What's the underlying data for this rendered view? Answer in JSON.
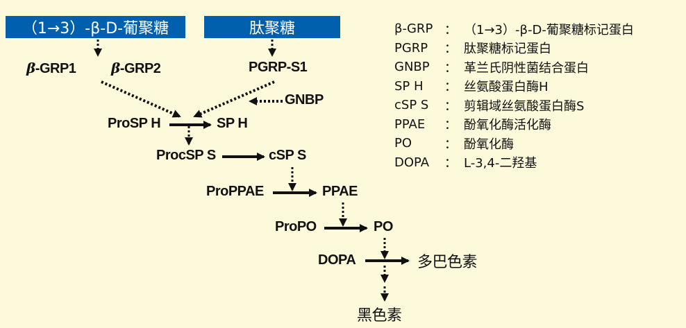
{
  "sources": {
    "glucan": "（1→3）-β-D-葡聚糖",
    "peptidoglycan": "肽聚糖"
  },
  "nodes": {
    "bgrp1_prefix": "β",
    "bgrp1": "-GRP1",
    "bgrp2_prefix": "β",
    "bgrp2": "-GRP2",
    "pgrp_s1": "PGRP-S1",
    "gnbp": "GNBP",
    "prosp_h": "ProSP H",
    "sp_h": "SP H",
    "procsp_s": "ProcSP S",
    "csp_s": "cSP S",
    "proppae": "ProPPAE",
    "ppae": "PPAE",
    "propo": "ProPO",
    "po": "PO",
    "dopa": "DOPA",
    "dopachrome": "多巴色素",
    "melanin": "黑色素"
  },
  "legend": [
    {
      "abbr": "β-GRP",
      "desc": "（1→3）-β-D-葡聚糖标记蛋白"
    },
    {
      "abbr": "PGRP",
      "desc": "肽聚糖标记蛋白"
    },
    {
      "abbr": "GNBP",
      "desc": "革兰氏阴性菌结合蛋白"
    },
    {
      "abbr": "SP H",
      "desc": "丝氨酸蛋白酶H"
    },
    {
      "abbr": "cSP S",
      "desc": "剪辑域丝氨酸蛋白酶S"
    },
    {
      "abbr": "PPAE",
      "desc": "酚氧化酶活化酶"
    },
    {
      "abbr": "PO",
      "desc": "酚氧化酶"
    },
    {
      "abbr": "DOPA",
      "desc": "L-3,4-二羟基"
    }
  ],
  "legend_separator": "：",
  "colors": {
    "box": "#0060ad",
    "background": "#fdfadb",
    "ink": "#111111"
  }
}
